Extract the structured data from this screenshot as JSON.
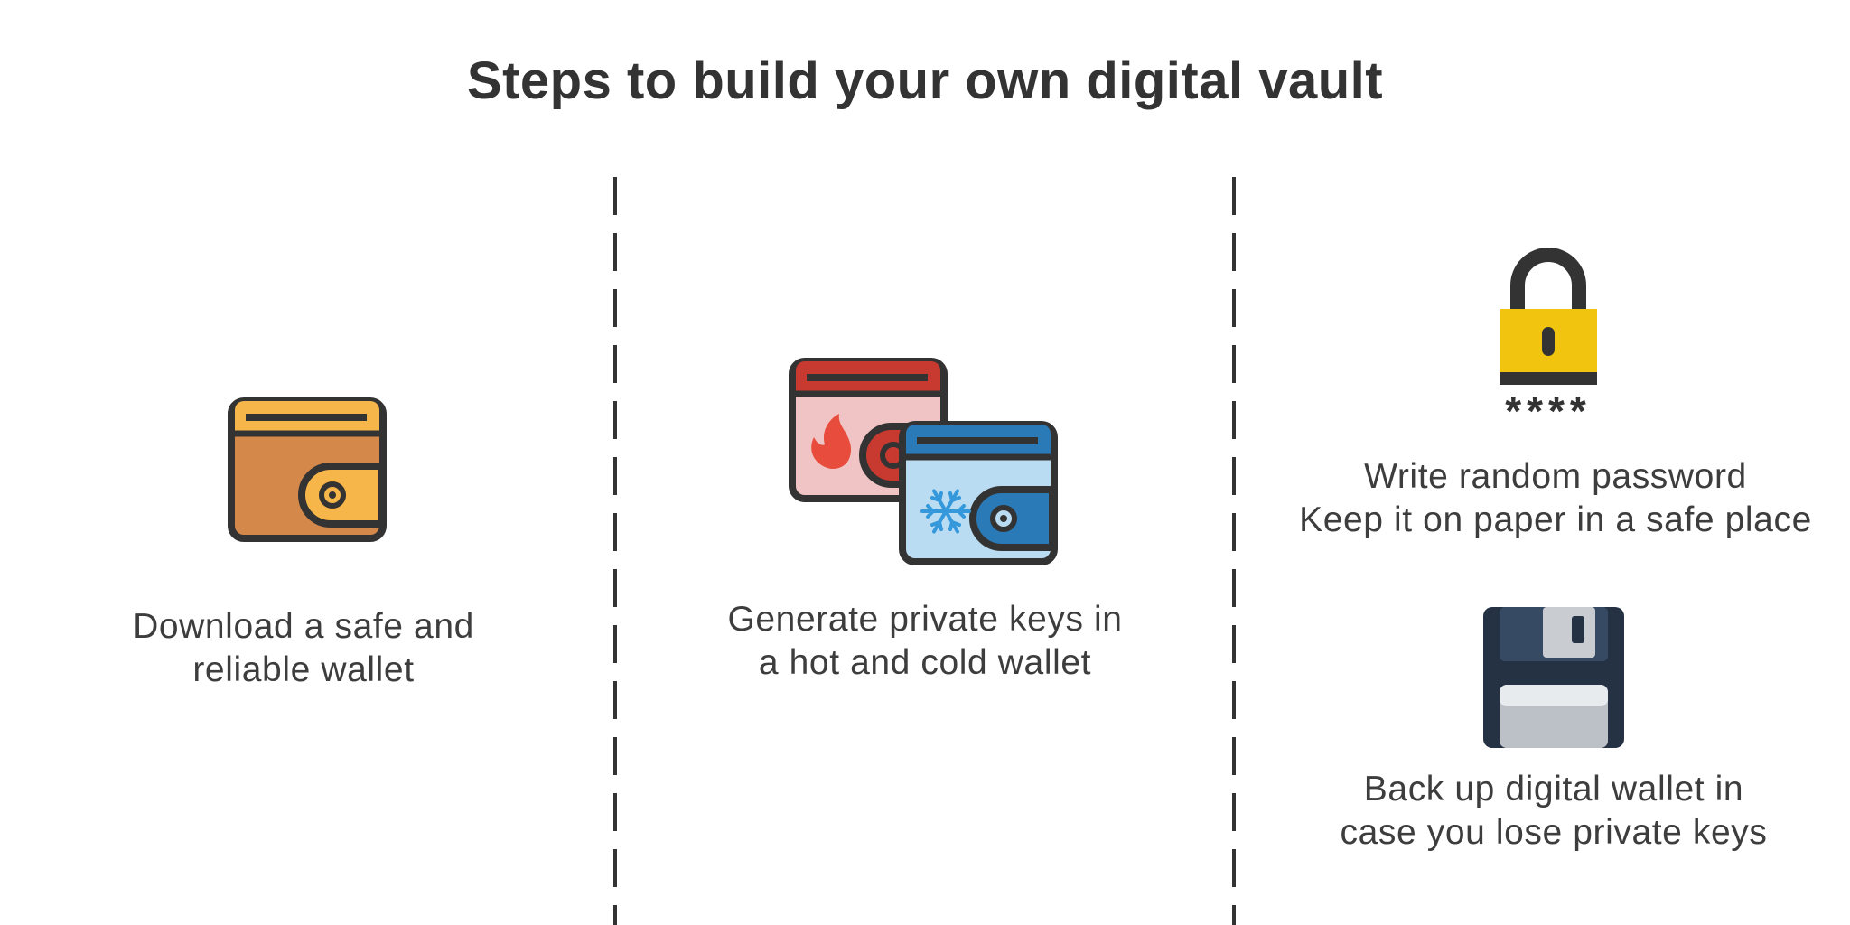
{
  "title": "Steps to build your own digital vault",
  "steps": [
    {
      "icon": "wallet-icon",
      "lines": [
        "Download a safe and",
        "reliable wallet"
      ]
    },
    {
      "icon": "hot-cold-wallets-icon",
      "lines": [
        "Generate private keys in",
        "a hot and cold wallet"
      ]
    },
    {
      "icon": "padlock-password-icon",
      "password_mask": "****",
      "lines": [
        "Write random password",
        "Keep it on paper in a safe place"
      ]
    },
    {
      "icon": "floppy-disk-icon",
      "lines": [
        "Back up digital wallet in",
        "case you lose private keys"
      ]
    }
  ],
  "colors": {
    "outline": "#333333",
    "wallet_orange": "#d4884a",
    "wallet_yellow": "#f7b64a",
    "hot_red": "#c8392f",
    "hot_pink": "#f0c4c4",
    "flame": "#e74c3c",
    "cold_blue": "#2a7ab8",
    "cold_light": "#b9dcf3",
    "snow": "#3498db",
    "lock_yellow": "#f1c40f",
    "floppy_navy": "#253244"
  }
}
